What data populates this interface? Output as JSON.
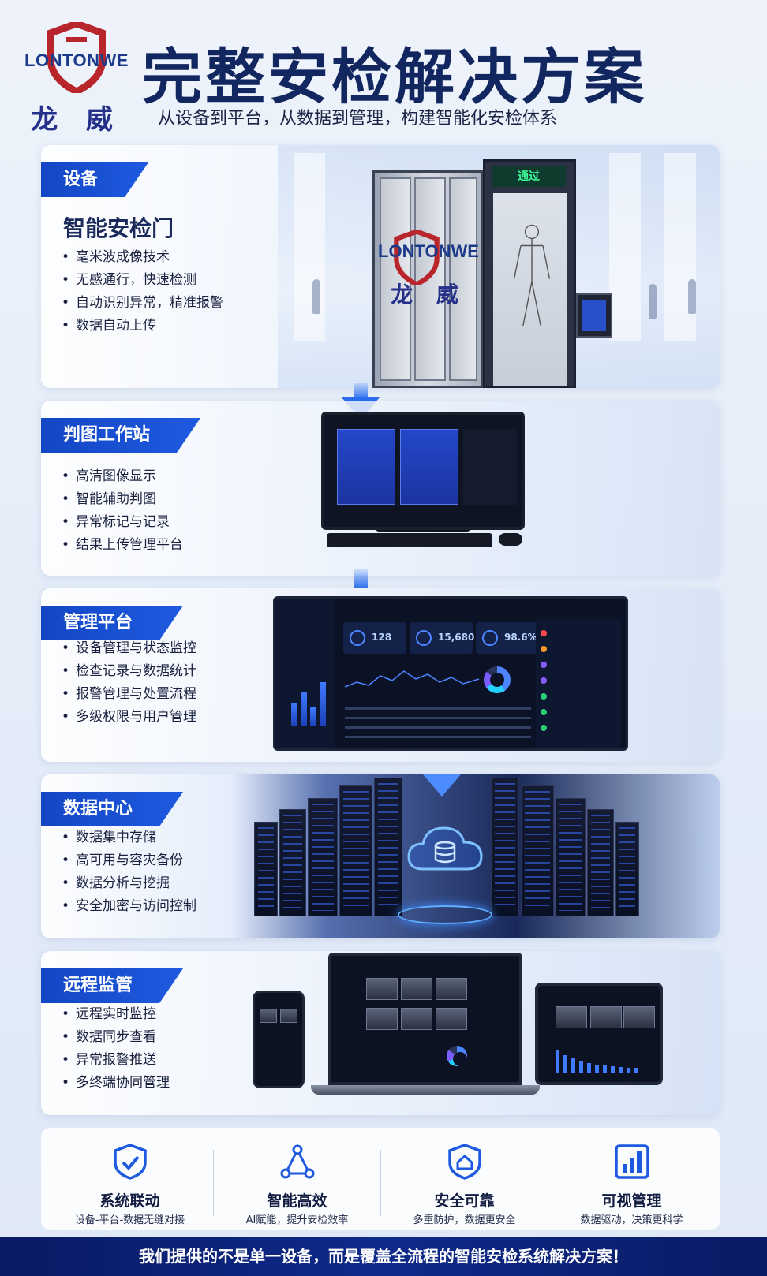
{
  "brand": {
    "logo_en": "LONTONWE",
    "logo_cn": "龙 威"
  },
  "header": {
    "title": "完整安检解决方案",
    "subtitle": "从设备到平台，从数据到管理，构建智能化安检体系"
  },
  "sections": [
    {
      "tag": "设备",
      "title": "智能安检门",
      "features": [
        "毫米波成像技术",
        "无感通行，快速检测",
        "自动识别异常，精准报警",
        "数据自动上传"
      ],
      "device_sign": "通过"
    },
    {
      "tag": "判图工作站",
      "features": [
        "高清图像显示",
        "智能辅助判图",
        "异常标记与记录",
        "结果上传管理平台"
      ]
    },
    {
      "tag": "管理平台",
      "features": [
        "设备管理与状态监控",
        "检查记录与数据统计",
        "报警管理与处置流程",
        "多级权限与用户管理"
      ],
      "kpis": [
        "128",
        "15,680",
        "98.6%"
      ]
    },
    {
      "tag": "数据中心",
      "features": [
        "数据集中存储",
        "高可用与容灾备份",
        "数据分析与挖掘",
        "安全加密与访问控制"
      ]
    },
    {
      "tag": "远程监管",
      "features": [
        "远程实时监控",
        "数据同步查看",
        "异常报警推送",
        "多终端协同管理"
      ]
    }
  ],
  "benefits": [
    {
      "title": "系统联动",
      "desc": "设备-平台-数据无缝对接",
      "icon": "shield-check-icon"
    },
    {
      "title": "智能高效",
      "desc": "AI赋能，提升安检效率",
      "icon": "network-triangle-icon"
    },
    {
      "title": "安全可靠",
      "desc": "多重防护，数据更安全",
      "icon": "shield-home-icon"
    },
    {
      "title": "可视管理",
      "desc": "数据驱动，决策更科学",
      "icon": "bar-chart-icon"
    }
  ],
  "footer": "我们提供的不是单一设备，而是覆盖全流程的智能安检系统解决方案！",
  "colors": {
    "accent": "#1e5ae0",
    "title": "#12275f",
    "footer_bg": "#0e2a8c",
    "brand_red": "#b8262b"
  }
}
